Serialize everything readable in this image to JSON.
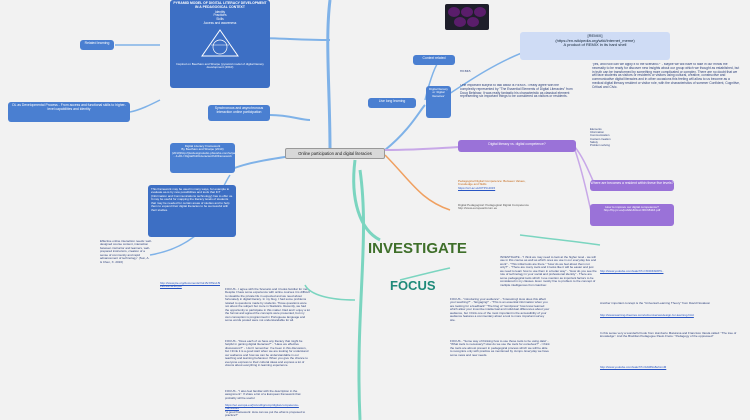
{
  "center": "Online participation and digital literacies",
  "top_left": {
    "pyramid_title": "PYRAMID MODEL OF DIGITAL LITERACY DEVELOPMENT IN A PEDAGOGICAL CONTEXT",
    "pyramid_levels": [
      "Identity",
      "Practices",
      "Skills",
      "Access and awareness"
    ],
    "pyramid_caption": "Inspired on Beetham and Sharpe (pyramid model of digital literacy development (2010)",
    "related_label": "Related learning",
    "dl_dev": "DL as Developmental Process - From access and functional skills to higher-level capabilities and identity",
    "framework": "Digital Literacy Framework\nBy Beetham and Sharpe (2010)\n(2010)http://jiscdesignstudio.pbworks.com/w/page/4...7/\n...4+DL/ Digital%20Literacies%20framework",
    "sync_label": "Synchronous and asynchronous interaction online participation",
    "framework_note": "This framework may be used in many ways, for example to evaluate as-is by new possibilities and tools that ICT (Information and Communications technology) has to offer us. It may be useful for mapping the literacy levels of students that may be needed for certain areas of studies and to help them to expand their digital literacies to be successful with their studies.",
    "effective_note": "Effective online interaction needs: well-designed course content, interaction between instructor and learners, well-prepared instructors, creation of a sense of community and rapid advancement of technology.' (Sun, A. & Chen, X. 2016)",
    "effective_link": "http://www.jite.org/documents/Vol15/JITEv15ResearchP157-190Sun1138.pdf"
  },
  "right": {
    "context_label": "Context related",
    "remix_label": "REMIX",
    "remix_title": "[REMIX]",
    "remix_link": "(https://en.wikipedia.org/wiki/Internet_meme)",
    "remix_sub": "A product of REMIX in its hard shell",
    "quote": "\"yes, and how can we apply it to the scenario?\" - Maybe we will have to take in our minds the necessity to be ready for discover new insights about our group which we thought as established, but in truth can be transformed by something more complicated or complex. There are no doubt that we will face students as visitors or residents or visitors using cultural, creative, constructive and communicative digital literacies and in other occasions this feeling will allow to us become as a medical digital literacy resident or visitor role, with the characteristics of summer Confident, Cognitive, Critical and Civic.",
    "live_label": "Live long learning",
    "digital_literacy_q": "Digital literacy or 'digital literacies'",
    "one_important": "One important subject to talk about is REMIX. I really agree with the complexity represented by \"The Essential Elements of Digital Literacies\" from Doug Belshaw. It was really fantastic his characteristic as classical element representing six important things to be considered as visitors or residents.",
    "dl_vs_comp": "Digital literacy vs. digital competence?",
    "resident_q": "Where are becomes a resident within these five levels?",
    "improve_q": "How to improve our digital competence?",
    "improve_link": "http://ftp.jrc.es/pub/EURdoc/JRC68116.pdf",
    "competence_lines": [
      "Elements",
      "Information",
      "Communication",
      "Content creation",
      "Safety",
      "Problem solving"
    ],
    "pedagogical": "Pedagogical Digital Competence: Between Values, Knowledge and Skills",
    "pedagogical_link": "https://ccr.ac.uk/OTP3-2015",
    "digital_ped": "Digital Pedagogical: Pedagogical Digital Competence",
    "digital_ped_link": "http://www.europeanforum.eu"
  },
  "lower": {
    "investigate": "INVESTIGATE",
    "focus": "FOCUS",
    "investigate_text": "INVESTIGATE - \"I think we may need to look at the higher level - we will use in this course as well as which ones we use in our everyday live and work\" - \"This initial tools are there.\" \"How do we feel about them not only?\" - \"There are many tools and it looks like it will be easier and just we need to learn how to use them in a better way\" - \"How do you see the role of technology in your social and professional identity\" - There are some pedagogical tools which I use mention as important factors to be considered in my classes. Even mostly fine to problem to the concept of multiple intelligences from Gardner.",
    "investigate_link": "http://www.youtube.com/watch?v=XDDKbRPN..",
    "focus_text": "FOCUS - \"introducing your audience\" - \"Interesting! How does this affect your teaching?\" - \"Engaging!\" - \"This is an essential information when you are looking for a feedback\" \"The blog of \"wordpress\" how know learned which allow your inventive intellectual and individual differences about your audience, but I think one of the most important is the accessibility of your audience features a commentary about a tool to more important survey site.",
    "focus_text2": "FOCUS - \"Some way of thinking how to use those tools to be using data\" - \"What tools to necessary? How do we use the tools for ourselves?\" - I think the tools are almost present in pedagogical process which we will be able to recognize only with practice as mentioned by Jumps. Everyday we have some news and new needs.",
    "focus_left1": "FOCUS - I agree with the Scenario and it looks familiar for me. Despite I have some experience with online courses it is difficult to visualize the private life in expected and we need about fortunately in digital literacy. In my blog, I had some problems related to questions made by students. Those questions were not about the subject but more in Statistics. Recently, we had the opportunity to participate in this matter. Dad and I enjoy a lot the format and agreed the concepts were presented, but my own conception is programmed in Portuguese language and some words posted were not understandable for all.",
    "focus_left2": "FOCUS - \"Does each of us have any literacy that might be helpful in gaining digital literacies?\" - \"Have we effective discussions?\" - I don't remember. I've been in this discussion, but I think it is a good start when we are looking for understand our audience and how we can be understandable in our teaching and learning behaviour. When you give the chance to everyone express to their cultural ideas and express a lot of visions about everything in learning experience.",
    "focus_left3": "FOCUS - \"I also feel familiar with the description in the assignment\". If share a list of a European framework that probably will be useful",
    "focus_left_link": "https://ec.europa.eu/jrc/en/digcomp/digital-competence-framework",
    "focus_left4": "\"A good framework: How can we put the what is proposed to practice?\"",
    "right_note1": "Another important concept is the \"Universal Learning Theory\" from David Novakosi",
    "right_note1_link": "http://www.learning-theories.com/udl-universal-design-for-learning.html",
    "right_note2": "In this sense very a wonderful book from Humberto Maturana and Francisco Varela called: \"The tree of knowledge\". And the Brazilian Pedagogue Paulo Freire: \"Pedagogy of the oppressed\"",
    "right_link_bottom": "http://www.youtube.com/watch?v=kbMNs8ehxmM"
  }
}
